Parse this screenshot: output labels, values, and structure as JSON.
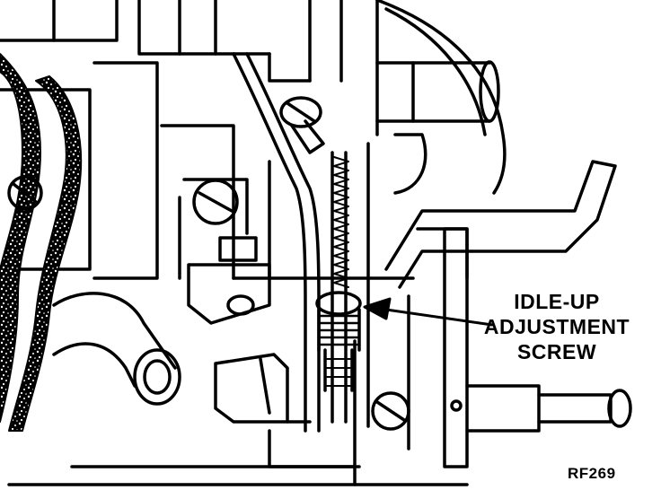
{
  "callout": {
    "line1": "IDLE-UP",
    "line2": "ADJUSTMENT",
    "line3": "SCREW"
  },
  "figure_id": "RF269",
  "colors": {
    "ink": "#000000",
    "paper": "#ffffff"
  },
  "icons": [
    "idle-up-adjustment-screw",
    "carburetor-body",
    "vacuum-hose",
    "throttle-linkage"
  ]
}
